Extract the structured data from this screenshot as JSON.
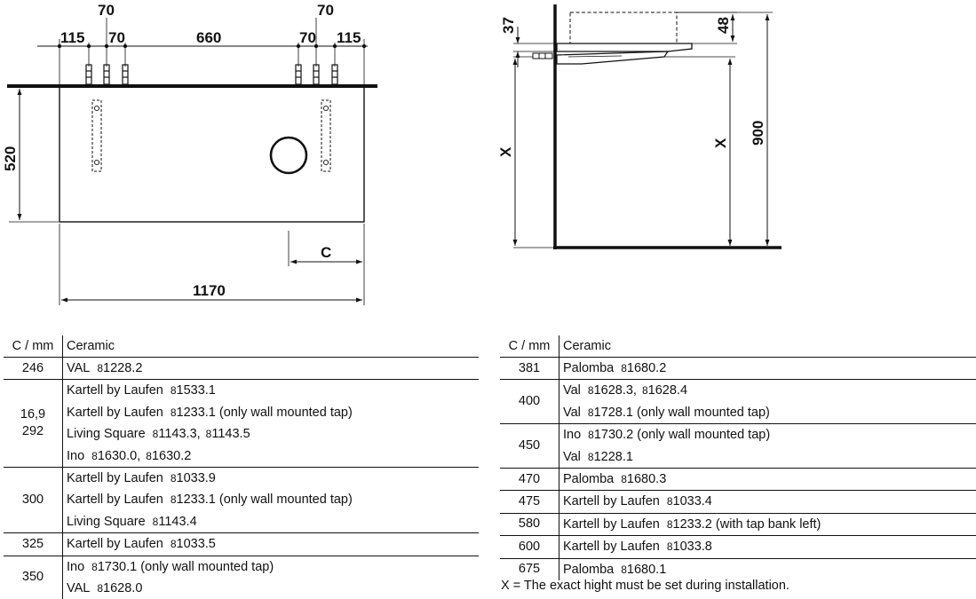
{
  "front_view": {
    "dim_top_left_115": "115",
    "dim_top_70_a": "70",
    "dim_top_70_b": "70",
    "dim_top_660": "660",
    "dim_top_70_c": "70",
    "dim_top_70_d": "70",
    "dim_top_115_right": "115",
    "dim_height": "520",
    "dim_width": "1170",
    "dim_c": "C"
  },
  "side_view": {
    "dim_37": "37",
    "dim_48": "48",
    "dim_x_left": "X",
    "dim_x_right": "X",
    "dim_900": "900"
  },
  "table_left": {
    "header_c": "C / mm",
    "header_ceramic": "Ceramic",
    "rows": [
      {
        "c": "246",
        "lines": [
          {
            "name": "VAL",
            "code": "8",
            "code_rest": "1228.2",
            "note": ""
          }
        ]
      },
      {
        "c": "16,9\n292",
        "lines": [
          {
            "name": "Kartell by Laufen",
            "code": "8",
            "code_rest": "1533.1",
            "note": ""
          },
          {
            "name": "Kartell by Laufen",
            "code": "8",
            "code_rest": "1233.1",
            "note": " (only wall mounted tap)"
          },
          {
            "name": "Living Square",
            "code": "8",
            "code_rest": "1143.3,",
            "code2": "8",
            "code2_rest": "1143.5",
            "note": ""
          },
          {
            "name": "Ino",
            "code": "8",
            "code_rest": "1630.0,",
            "code2": "8",
            "code2_rest": "1630.2",
            "note": ""
          }
        ]
      },
      {
        "c": "300",
        "lines": [
          {
            "name": "Kartell by Laufen",
            "code": "8",
            "code_rest": "1033.9",
            "note": ""
          },
          {
            "name": "Kartell by Laufen",
            "code": "8",
            "code_rest": "1233.1",
            "note": " (only wall mounted tap)"
          },
          {
            "name": "Living Square",
            "code": "8",
            "code_rest": "1143.4",
            "note": ""
          }
        ]
      },
      {
        "c": "325",
        "lines": [
          {
            "name": "Kartell by Laufen",
            "code": "8",
            "code_rest": "1033.5",
            "note": ""
          }
        ]
      },
      {
        "c": "350",
        "lines": [
          {
            "name": "Ino",
            "code": "8",
            "code_rest": "1730.1",
            "note": " (only wall mounted tap)"
          },
          {
            "name": "VAL",
            "code": "8",
            "code_rest": "1628.0",
            "note": ""
          }
        ]
      }
    ]
  },
  "table_right": {
    "header_c": "C / mm",
    "header_ceramic": "Ceramic",
    "rows": [
      {
        "c": "381",
        "lines": [
          {
            "name": "Palomba",
            "code": "8",
            "code_rest": "1680.2",
            "note": ""
          }
        ]
      },
      {
        "c": "400",
        "lines": [
          {
            "name": "Val",
            "code": "8",
            "code_rest": "1628.3,",
            "code2": "8",
            "code2_rest": "1628.4",
            "note": ""
          },
          {
            "name": "Val",
            "code": "8",
            "code_rest": "1728.1",
            "note": " (only wall mounted tap)"
          }
        ]
      },
      {
        "c": "450",
        "lines": [
          {
            "name": "Ino",
            "code": "8",
            "code_rest": "1730.2",
            "note": " (only wall mounted tap)"
          },
          {
            "name": "Val",
            "code": "8",
            "code_rest": "1228.1",
            "note": ""
          }
        ]
      },
      {
        "c": "470",
        "lines": [
          {
            "name": "Palomba",
            "code": "8",
            "code_rest": "1680.3",
            "note": ""
          }
        ]
      },
      {
        "c": "475",
        "lines": [
          {
            "name": "Kartell by Laufen",
            "code": "8",
            "code_rest": "1033.4",
            "note": ""
          }
        ]
      },
      {
        "c": "580",
        "lines": [
          {
            "name": "Kartell by Laufen",
            "code": "8",
            "code_rest": "1233.2",
            "note": " (with tap bank left)"
          }
        ]
      },
      {
        "c": "600",
        "lines": [
          {
            "name": "Kartell by Laufen",
            "code": "8",
            "code_rest": "1033.8",
            "note": ""
          }
        ]
      },
      {
        "c": "675",
        "lines": [
          {
            "name": "Palomba",
            "code": "8",
            "code_rest": "1680.1",
            "note": ""
          }
        ]
      }
    ]
  },
  "footnote": "X = The exact hight must be set during installation."
}
